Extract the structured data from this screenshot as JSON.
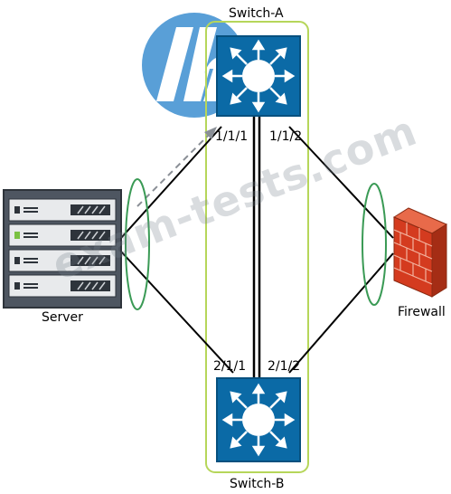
{
  "labels": {
    "switch_a": "Switch-A",
    "switch_b": "Switch-B",
    "server": "Server",
    "firewall": "Firewall"
  },
  "ports": {
    "a_left": "1/1/1",
    "a_right": "1/1/2",
    "b_left": "2/1/1",
    "b_right": "2/1/2"
  },
  "watermark": "exam-tests.com",
  "logo_text": "hp",
  "colors": {
    "switch_fill": "#0b6aa6",
    "vsf_frame": "#b6d65a",
    "lag_ellipse": "#3a9a55",
    "link": "#000000",
    "logo": "#3d8fd1",
    "firewall": "#d43b1f",
    "server_body": "#4e5661"
  }
}
